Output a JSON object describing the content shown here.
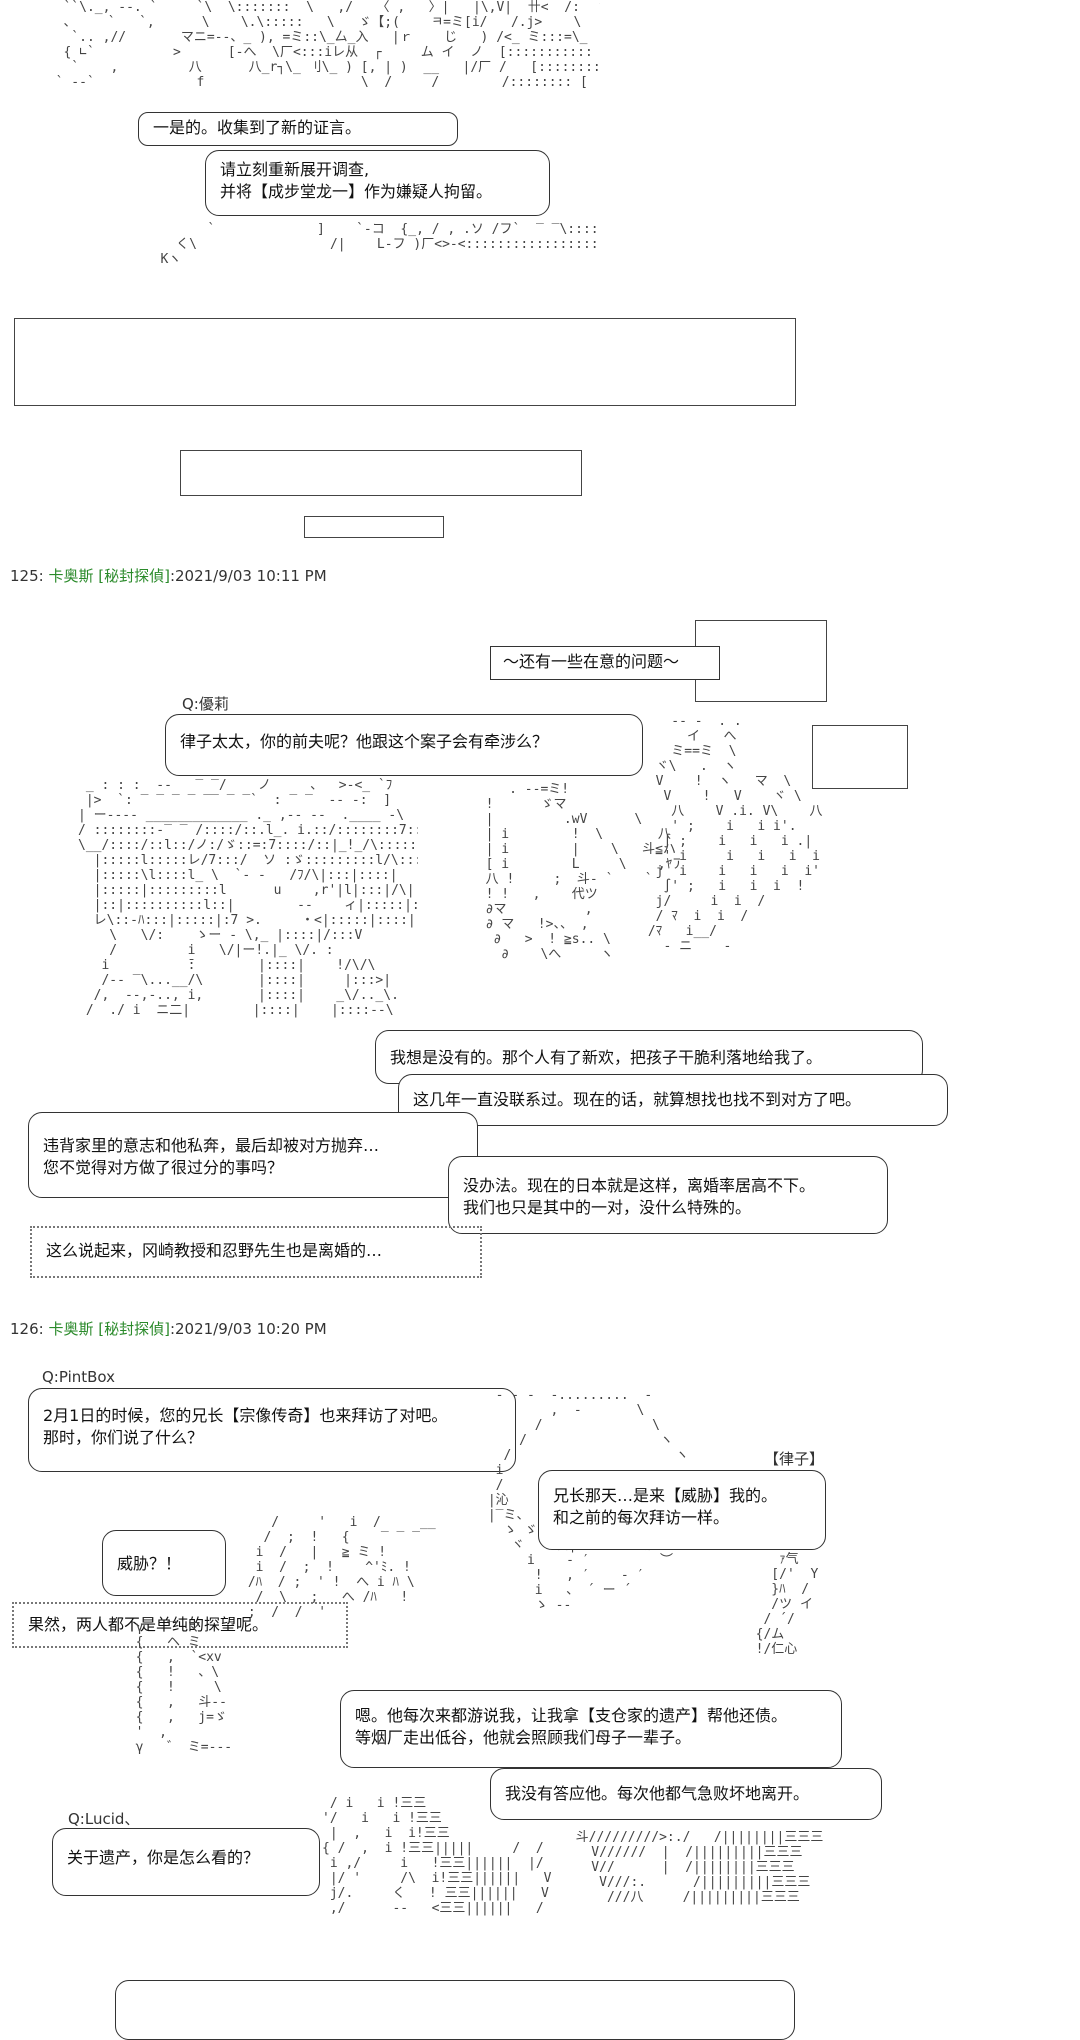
{
  "ascii_art": {
    "top": "   ``\\._, --. `     `\\  \\:::::::  \\   ,/   〈 ,   〉|   |\\,V|  卄<  /:  ゝ\n   、    `   `,      \\    \\.\\:::::   \\   ゞ【;(    ㅋ=ミ[i/   /.j>    \\   /\n    `.. ,//       マニ=--、_ ), =ミ::\\_厶_入   |ｒ    じ   ) /<_ ミ:::=\\_\n   { ∟`          >      [-へ  \\厂<:::iレ从  ┌     ム イ  ノ  [:::::::::::\n    `    ,         八      八_r┐\\_ 刂\\_ ) [, | )  __   |/厂 /   [:::::::::: /\n  ` --`             f                    \\  /     /        /:::::::: [",
    "top_lower": "               `             ]    `-コ  {_, / , .ソ /フ`  ‾ ‾\\:::::::: ),。:::\n           く\\                 /|    L-フ )厂<>-<::::::::::::::::: /[‾‾\\. ::\n         Kヽ",
    "crowd_1": " _ : : :  --   ‾ ‾/    ノ     、  >-<_ `ﾌ\n |>  `: ‾ ‾ ‾ ‾ ‾‾ ‾ ‾`  : ‾ ‾  -- -:  ]\n| ー-‐‐‐ _____________ ._ ,-- --  .____ -\\\n/ ::::::::-‾ ‾ /::::/::.l_. i.::/::::::::7::::::/\n\\__/::::/::l::/ノ:/ゞ::=:7::::/::|_!_/\\::::: Y\n  |:::::l:::::レ/7:::/  ソ :ゞ:::::::::l/\\::::|\n  |:::::\\l::::l_ \\  `‐ ‐   /ﾌ/\\|:::|::::|\n  |:::::|:::::::::l      u    ,r'|l|:::|/\\|\n  |::|::::::::::l::|        --    ィ|:::::|::::|\n  レ\\::-ﾊ:::|:::::|:7 >.     ・<|:::::|::::|\n    \\   \\/:    ゝー ‐ \\,_ |::::|/:::V\n    /         i   \\/|ー!.|_ \\/. :\n   i          ̄:        |::::|    !/\\/\\\n   /-‐ ‾\\...__/\\       |::::|     |:::>|\n  /,  --,-.., i,       |::::|    _\\/.._\\.\n /  ./ i  ニ二|        |::::|    |::::--\\",
    "crowd_2": "     . --=ミ!\n  !      ゞマ\n  |         .wV      \\       \\\n  | i        !  \\       八\n  | i        |    \\   斗≦ハ\n  [ i        L     \\    ,ﾔアﾌ\n  八 !     ;  斗‐ `    `\n  ! !   ,    代ツ\n  ∂マ          ,\n  ∂ マ   !>、、 ,\n   ∂   >  ! ≧s.. \\\n    ∂    \\へ     ヽ",
    "crowd_3": "    -- -  . .\n      イ   へ\n    ミ==ミ  \\\n  ヾ\\   .  ヽ\n  V    !  ヽ   マ  \\\n   V    !   V    ヾ \\\n    八    V .i. V\\    八\n    ' ;    i   i i'.\n   ∫ ;    i   i   i .|\n   ' i     i   i   i  i\n  j  i    i   i   i  i'\n   ∫' ;   i   i  i  !\n  j/     i  i  /\n  / ﾏ  i  i  /\n /ﾏ   i__/\n   ‐ ニ    ‐",
    "crowd_4": "    /     '   i  /     __   ^\n   /  ;  !   {    ‾ ‾ ‾   ﾊ\n  i  /   |   ≧ ミ !\n  i  /  ;  !    ^'ﾐ. !\n /ﾊ  / ;  ' !  へ i ﾊ \\\n  /  \\   ;   へ /ﾊ   !\n ;  /  /  '",
    "crowd_5": "  γ   ‾゛マ\n  {   ヘ ミ\n  {   ,  `<xv\n  {   !   、\\\n  {   !     \\\n  {   ,   斗‐-\n  {   ,   j=ゞ\n  '  ,\n  γ   ゛ ミ=-‐‐",
    "crowd_6": "  ‐ ‐ ‐  -.........  ‐\n         ,  ‐       \\\n       /              \\\n     /                 ヽ\n   /                     ヽ\n  i\n  /\n |沁\n |‾ミ、              ‐ ‐ ‐    毛\n   ゝ ゞカミ 、  ′  、イジ‐゛゛\n    ヾ    代|   Y   ゛莎ﾌ\n      i    ‐ ′         ︶\n       !   , ′    ‐ ′\n       i   、 ´ ー ´\n       ゝ --",
    "crowd_7": "     ｧ气\n    [/'  Y\n    }ﾊ  /\n    /ツ イ\n   / ´/\n  {/ム\n  !/仁心",
    "crowd_8": " / i   i !三三\n'/   i   i !三三\n |  ,   i  i!三三\n{ /  ,  i !三三|||||     /  /\n i ,/     i   !三三||||||  |/\n |/ '     /\\  i!三三||||||   V\n j/.     く   ! 三三||||||   V\n ,/      ‐‐   <三三||||||   /",
    "crowd_9": "  斗/////////>:./   /||||||||三三三\n    V//////  |  /|||||||||三三三\n    V//      |  /||||||||三三三\n     V///:.      /|||||||||三三三\n      ///八     /|||||||||三三三"
  },
  "bubbles": {
    "b1": [
      "一是的。收集到了新的证言。"
    ],
    "b2": [
      "请立刻重新展开调查,",
      "并将【成步堂龙一】作为嫌疑人拘留。"
    ],
    "b3": [
      "〜还有一些在意的问题〜"
    ],
    "b4": [
      "律子太太，你的前夫呢？他跟这个案子会有牵涉么？"
    ],
    "b5": [
      "我想是没有的。那个人有了新欢，把孩子干脆利落地给我了。"
    ],
    "b6": [
      "这几年一直没联系过。现在的话，就算想找也找不到对方了吧。"
    ],
    "b7": [
      "违背家里的意志和他私奔，最后却被对方抛弃…",
      "您不觉得对方做了很过分的事吗？"
    ],
    "b8": [
      "没办法。现在的日本就是这样，离婚率居高不下。",
      "我们也只是其中的一对，没什么特殊的。"
    ],
    "b9": [
      "这么说起来，冈崎教授和忍野先生也是离婚的…"
    ],
    "b10": [
      "2月1日的时候，您的兄长【宗像传奇】也来拜访了对吧。",
      "那时，你们说了什么？"
    ],
    "b11": [
      "兄长那天…是来【威胁】我的。",
      "和之前的每次拜访一样。"
    ],
    "b12": [
      "威胁？！"
    ],
    "b13": [
      "果然，两人都不是单纯的探望呢。"
    ],
    "b14": [
      "嗯。他每次来都游说我，让我拿【支仓家的遗产】帮他还债。",
      "等烟厂走出低谷，他就会照顾我们母子一辈子。"
    ],
    "b15": [
      "我没有答应他。每次他都气急败坏地离开。"
    ],
    "b16": [
      "关于遗产，你是怎么看的？"
    ]
  },
  "labels": {
    "q_yuri": "Q:優莉",
    "q_pintbox": "Q:PintBox",
    "ritsuko": "【律子】",
    "q_lucid": "Q:Lucid、"
  },
  "posts": [
    {
      "num": "125: ",
      "name": "卡奥斯",
      "trip": " [秘封探偵]",
      "date": ":2021/9/03 10:11 PM"
    },
    {
      "num": "126: ",
      "name": "卡奥斯",
      "trip": " [秘封探偵]",
      "date": ":2021/9/03 10:20 PM"
    }
  ]
}
